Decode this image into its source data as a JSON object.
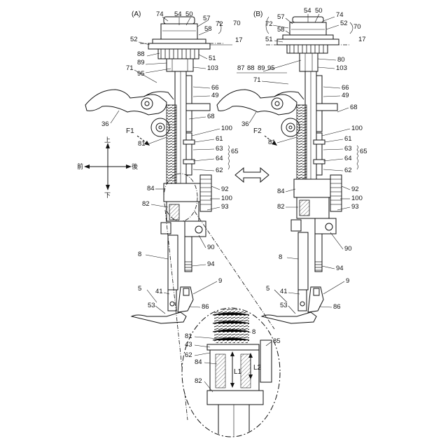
{
  "panels": {
    "a": {
      "title": "(A)",
      "force_label": "F1"
    },
    "b": {
      "title": "(B)",
      "force_label": "F2"
    }
  },
  "directions": {
    "up": "上",
    "down": "下",
    "front": "前",
    "back": "後"
  },
  "labels_a": {
    "n74": "74",
    "n54": "54",
    "n50": "50",
    "n57": "57",
    "n72": "72",
    "n58": "58",
    "n70": "70",
    "n52": "52",
    "n17": "17",
    "n88": "88",
    "n51": "51",
    "n89": "89",
    "n71": "71",
    "n103": "103",
    "n95": "95",
    "n66": "66",
    "n49": "49",
    "n36": "36",
    "n68": "68",
    "n100a": "100",
    "n81": "81",
    "n61": "61",
    "n63": "63",
    "n64": "64",
    "n65": "65",
    "n62": "62",
    "n84": "84",
    "n92": "92",
    "n100b": "100",
    "n82": "82",
    "n93": "93",
    "n90": "90",
    "n8": "8",
    "n94": "94",
    "n9": "9",
    "n5": "5",
    "n41": "41",
    "n53": "53",
    "n86": "86"
  },
  "labels_b": {
    "n54": "54",
    "n50": "50",
    "n57": "57",
    "n74": "74",
    "n72": "72",
    "n52": "52",
    "n58": "58",
    "n70": "70",
    "n51": "51",
    "n17": "17",
    "n80": "80",
    "n87": "87",
    "n88": "88",
    "n89": "89",
    "n95": "95",
    "n103": "103",
    "n71": "71",
    "n66": "66",
    "n49": "49",
    "n68": "68",
    "n36": "36",
    "n100a": "100",
    "n81": "81",
    "n61": "61",
    "n63": "63",
    "n64": "64",
    "n65": "65",
    "n62": "62",
    "n84": "84",
    "n92": "92",
    "n100b": "100",
    "n82": "82",
    "n93": "93",
    "n90": "90",
    "n8": "8",
    "n94": "94",
    "n9": "9",
    "n5": "5",
    "n41": "41",
    "n53": "53",
    "n86": "86"
  },
  "labels_detail": {
    "n8": "8",
    "n81": "81",
    "n43": "43",
    "n85": "85",
    "n62": "62",
    "n84": "84",
    "n82": "82",
    "l1": "L1",
    "l2": "L2"
  }
}
